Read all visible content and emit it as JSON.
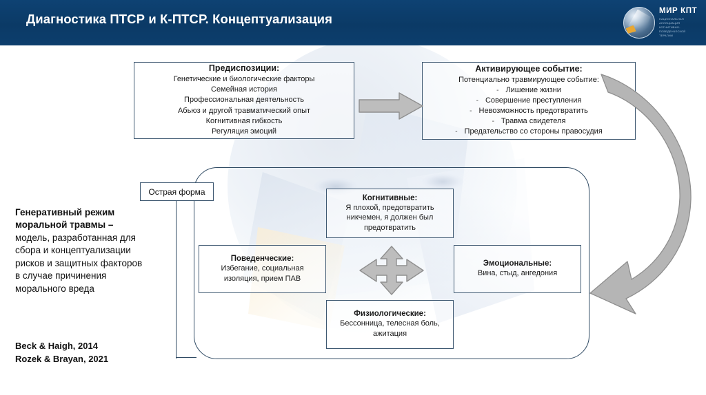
{
  "header": {
    "title": "Диагностика ПТСР и К-ПТСР. Концептуализация",
    "bar_color": "#0d3f6e",
    "logo": {
      "name": "МИР КПТ",
      "subtitle": "Национальная ассоциация когнитивно-поведенческой терапии"
    }
  },
  "predispositions": {
    "title": "Предиспозиции:",
    "items": [
      "Генетические и биологические факторы",
      "Семейная история",
      "Профессиональная деятельность",
      "Абьюз и другой травматический опыт",
      "Когнитивная гибкость",
      "Регуляция эмоций"
    ]
  },
  "activating_event": {
    "title": "Активирующее событие:",
    "subtitle": "Потенциально травмирующее событие:",
    "bullet_char": "-",
    "items": [
      "Лишение жизни",
      "Совершение преступления",
      "Невозможность предотвратить",
      "Травма свидетеля",
      "Предательство со стороны правосудия"
    ]
  },
  "acute": {
    "label": "Острая форма"
  },
  "domains": {
    "cognitive": {
      "title": "Когнитивные:",
      "lines": [
        "Я плохой, предотвратить",
        "никчемен, я должен был",
        "предотвратить"
      ]
    },
    "behavioral": {
      "title": "Поведенческие:",
      "lines": [
        "Избегание, социальная",
        "изоляция, прием ПАВ"
      ]
    },
    "emotional": {
      "title": "Эмоциональные:",
      "lines": [
        "Вина, стыд, ангедония"
      ]
    },
    "physiological": {
      "title": "Физиологические:",
      "lines": [
        "Бессонница, телесная боль,",
        "ажитация"
      ]
    }
  },
  "sidebar": {
    "lead": "Генеративный режим моральной травмы –",
    "body": " модель, разработанная для сбора и концептуализации рисков и защитных факторов в случае причинения морального вреда",
    "references": [
      "Beck & Haigh, 2014",
      "Rozek & Brayan, 2021"
    ]
  },
  "arrows": {
    "horizontal": "arrow-right-icon",
    "four_way": "arrow-four-way-icon",
    "feedback": "curved-feedback-arrow-icon",
    "fill": "#b3b3b3",
    "stroke": "#8c8c8c"
  }
}
